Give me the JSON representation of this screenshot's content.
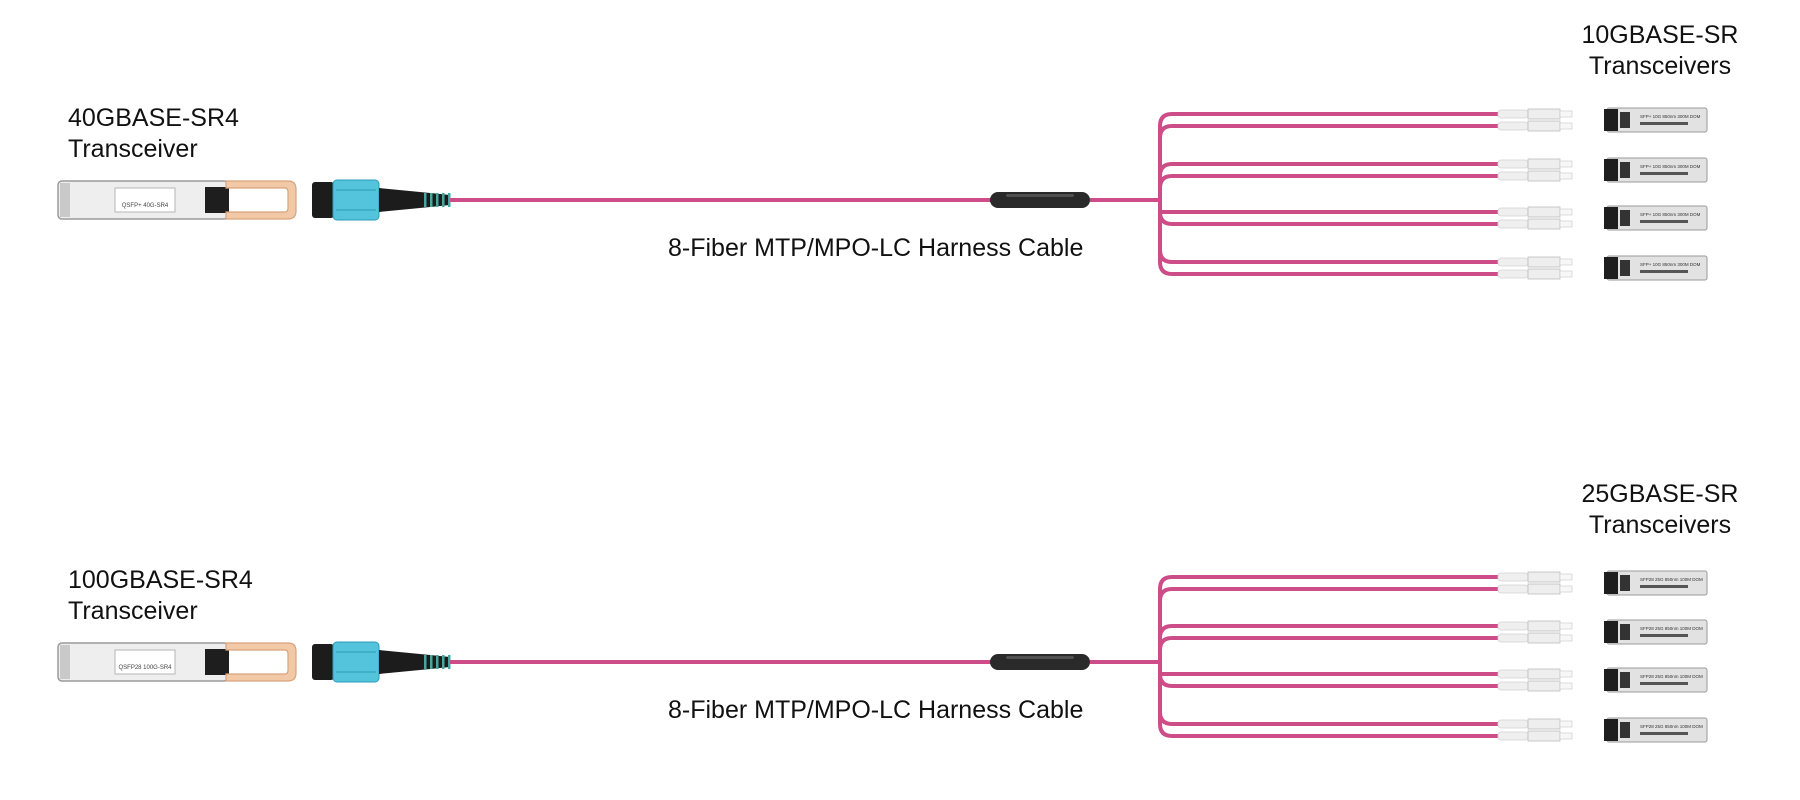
{
  "colors": {
    "fiber": "#cc4d87",
    "mtp_boot": "#1c1c1c",
    "mtp_ferrule": "#54c3dc",
    "qsfp_body": "#eeeeee",
    "qsfp_pull_tab": "#f2c9a6",
    "lc_connector": "#eeeeee",
    "sfp_body": "#e2e2e2",
    "text": "#111111"
  },
  "assemblies": [
    {
      "source_transceiver": "40GBASE-SR4\nTransceiver",
      "source_module_label": "QSFP+ 40G-SR4",
      "cable_label": "8-Fiber MTP/MPO-LC Harness Cable",
      "target_transceivers": "10GBASE-SR\nTransceivers",
      "breakout_count": 4,
      "target_module_label": "SFP+ 10G 850nm 300M DOM"
    },
    {
      "source_transceiver": "100GBASE-SR4\nTransceiver",
      "source_module_label": "QSFP28 100G-SR4",
      "cable_label": "8-Fiber MTP/MPO-LC Harness Cable",
      "target_transceivers": "25GBASE-SR\nTransceivers",
      "breakout_count": 4,
      "target_module_label": "SFP28 25G 850nm 100M DOM"
    }
  ]
}
